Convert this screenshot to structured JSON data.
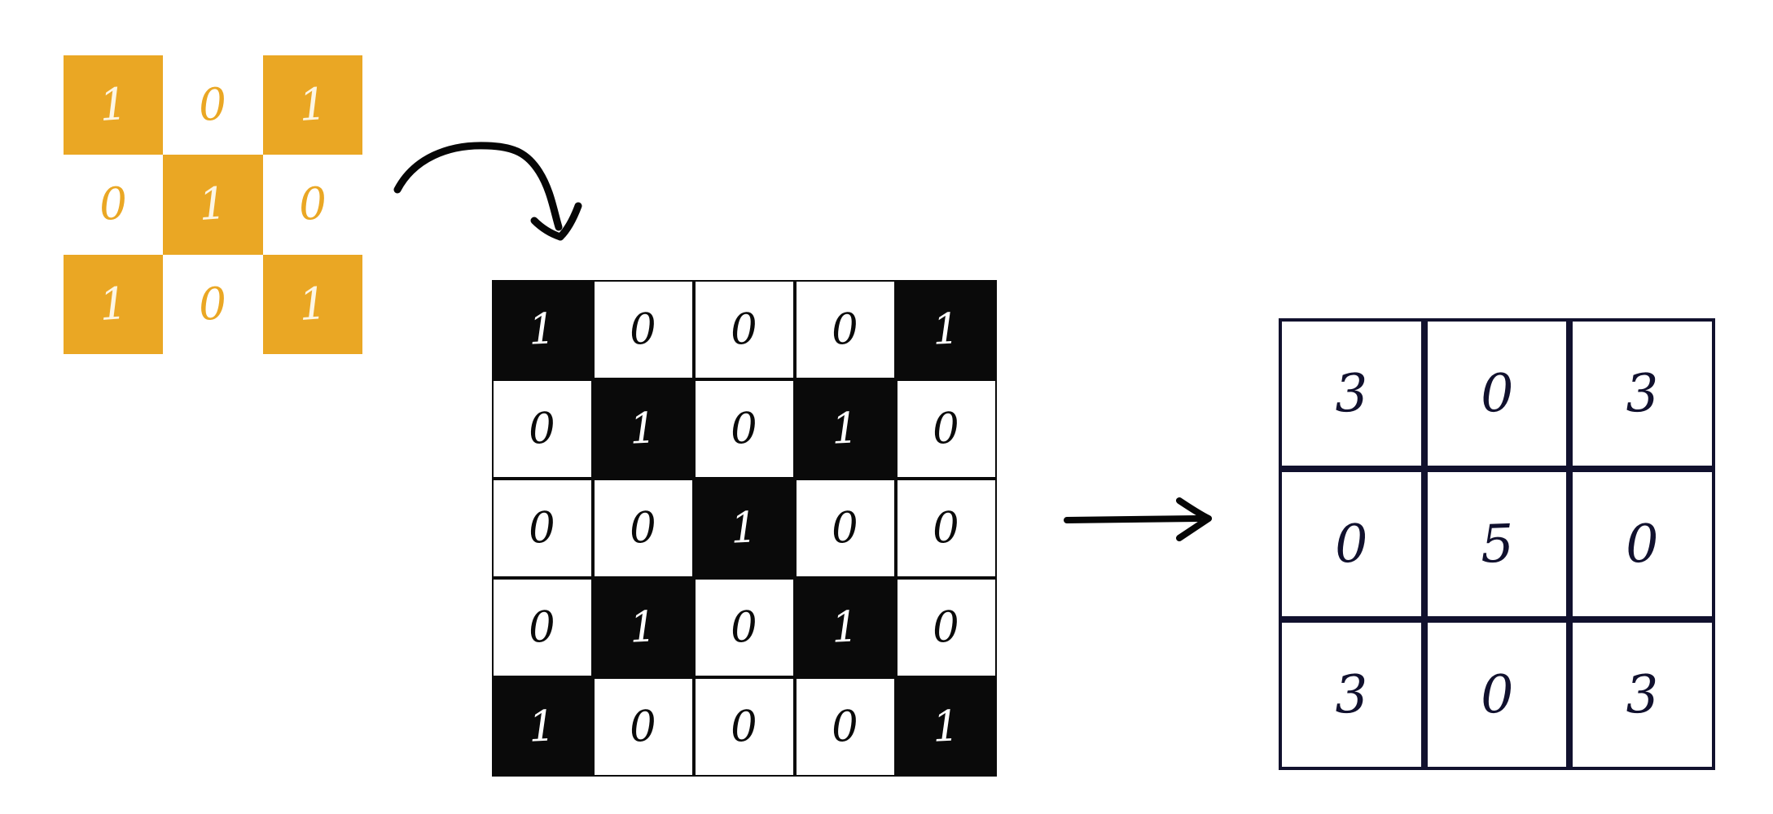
{
  "diagram": {
    "title": "Binary matrix convolution illustration",
    "colors": {
      "accent_orange": "#eaa724",
      "cell_black": "#0a0a0a",
      "stroke_navy": "#11112e",
      "background": "#ffffff"
    }
  },
  "input_grid": {
    "name": "kernel-3x3",
    "rows": 3,
    "cols": 3,
    "cells": [
      [
        {
          "value": "1",
          "filled": true
        },
        {
          "value": "0",
          "filled": false
        },
        {
          "value": "1",
          "filled": true
        }
      ],
      [
        {
          "value": "0",
          "filled": false
        },
        {
          "value": "1",
          "filled": true
        },
        {
          "value": "0",
          "filled": false
        }
      ],
      [
        {
          "value": "1",
          "filled": true
        },
        {
          "value": "0",
          "filled": false
        },
        {
          "value": "1",
          "filled": true
        }
      ]
    ]
  },
  "middle_grid": {
    "name": "input-matrix-5x5",
    "rows": 5,
    "cols": 5,
    "cells": [
      [
        {
          "value": "1",
          "filled": true
        },
        {
          "value": "0",
          "filled": false
        },
        {
          "value": "0",
          "filled": false
        },
        {
          "value": "0",
          "filled": false
        },
        {
          "value": "1",
          "filled": true
        }
      ],
      [
        {
          "value": "0",
          "filled": false
        },
        {
          "value": "1",
          "filled": true
        },
        {
          "value": "0",
          "filled": false
        },
        {
          "value": "1",
          "filled": true
        },
        {
          "value": "0",
          "filled": false
        }
      ],
      [
        {
          "value": "0",
          "filled": false
        },
        {
          "value": "0",
          "filled": false
        },
        {
          "value": "1",
          "filled": true
        },
        {
          "value": "0",
          "filled": false
        },
        {
          "value": "0",
          "filled": false
        }
      ],
      [
        {
          "value": "0",
          "filled": false
        },
        {
          "value": "1",
          "filled": true
        },
        {
          "value": "0",
          "filled": false
        },
        {
          "value": "1",
          "filled": true
        },
        {
          "value": "0",
          "filled": false
        }
      ],
      [
        {
          "value": "1",
          "filled": true
        },
        {
          "value": "0",
          "filled": false
        },
        {
          "value": "0",
          "filled": false
        },
        {
          "value": "0",
          "filled": false
        },
        {
          "value": "1",
          "filled": true
        }
      ]
    ]
  },
  "output_grid": {
    "name": "result-matrix-3x3",
    "rows": 3,
    "cols": 3,
    "cells": [
      [
        {
          "value": "3"
        },
        {
          "value": "0"
        },
        {
          "value": "3"
        }
      ],
      [
        {
          "value": "0"
        },
        {
          "value": "5"
        },
        {
          "value": "0"
        }
      ],
      [
        {
          "value": "3"
        },
        {
          "value": "0"
        },
        {
          "value": "3"
        }
      ]
    ]
  },
  "arrows": [
    {
      "name": "curved-arrow",
      "style": "hand-drawn-curve",
      "direction": "down-right"
    },
    {
      "name": "straight-arrow",
      "style": "hand-drawn-straight",
      "direction": "right"
    }
  ]
}
